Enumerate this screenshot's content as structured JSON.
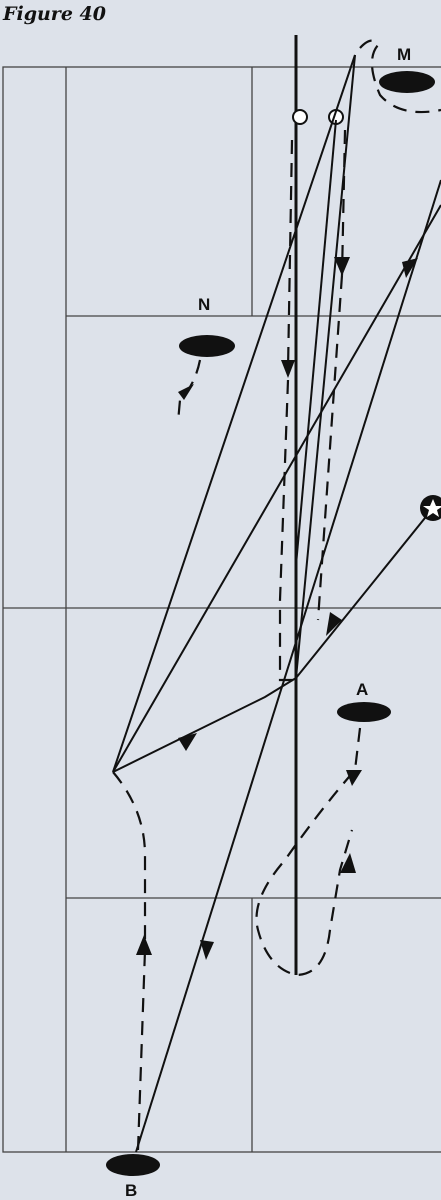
{
  "figure": {
    "title": "Figure 40"
  },
  "players": [
    {
      "id": "M",
      "label": "M"
    },
    {
      "id": "N",
      "label": "N"
    },
    {
      "id": "A",
      "label": "A"
    },
    {
      "id": "B",
      "label": "B"
    }
  ],
  "colors": {
    "background": "#dde2ea",
    "court_lines": "#444444",
    "paths": "#111111"
  },
  "legend_symbols": {
    "solid_line": "shuttle-flight",
    "dashed_line": "player-movement",
    "star_circle": "shuttle-hit-point",
    "small_circles": "net-posts"
  }
}
